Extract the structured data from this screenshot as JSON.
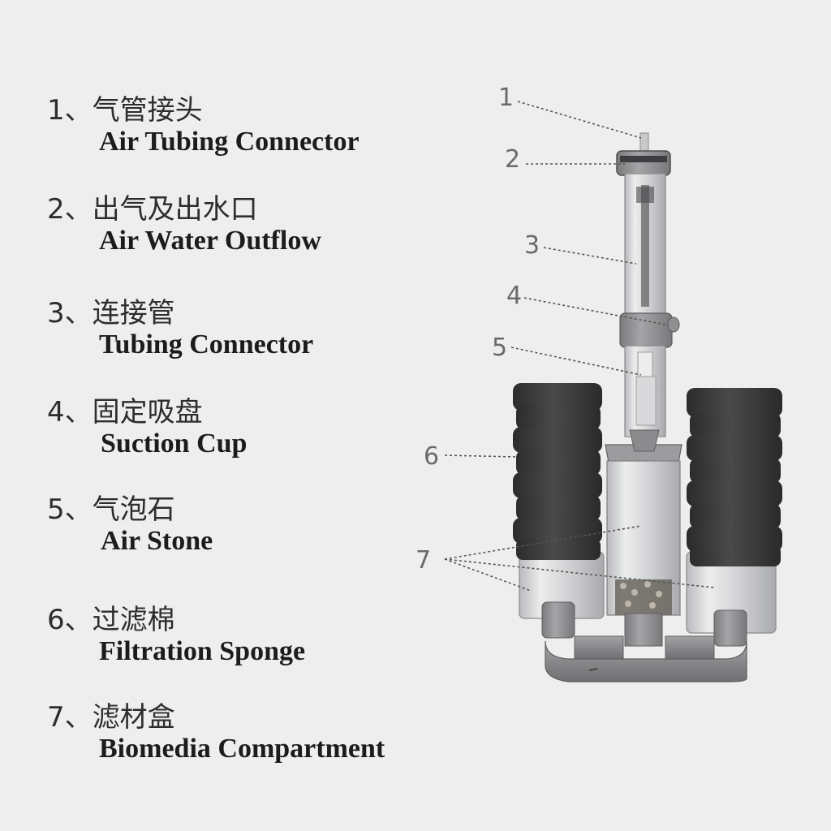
{
  "parts": [
    {
      "number": "1",
      "cn": "1、气管接头",
      "en": "Air Tubing Connector"
    },
    {
      "number": "2",
      "cn": "2、出气及出水口",
      "en": "Air Water Outflow"
    },
    {
      "number": "3",
      "cn": "3、连接管",
      "en": "Tubing Connector"
    },
    {
      "number": "4",
      "cn": "4、固定吸盘",
      "en": "Suction Cup"
    },
    {
      "number": "5",
      "cn": "5、气泡石",
      "en": "Air Stone"
    },
    {
      "number": "6",
      "cn": "6、过滤棉",
      "en": "Filtration Sponge"
    },
    {
      "number": "7",
      "cn": "7、滤材盒",
      "en": "Biomedia Compartment"
    }
  ],
  "colors": {
    "background": "#efeeee",
    "sponge": "#3b3b3b",
    "housing": "#8d8d8f",
    "clear_tube": "#d8d9db"
  }
}
